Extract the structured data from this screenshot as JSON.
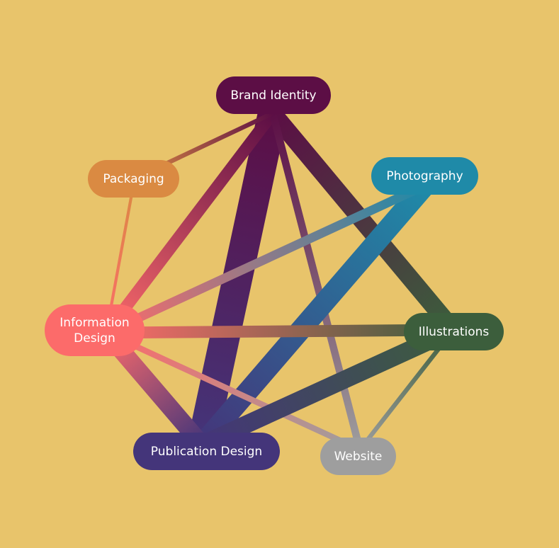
{
  "diagram": {
    "nodes": [
      {
        "id": "brand",
        "label": "Brand Identity",
        "color": "#5C0E45"
      },
      {
        "id": "photo",
        "label": "Photography",
        "color": "#1F8AA8"
      },
      {
        "id": "pack",
        "label": "Packaging",
        "color": "#DA8A42"
      },
      {
        "id": "info",
        "label": "Information\nDesign",
        "color": "#FC6B6A"
      },
      {
        "id": "illus",
        "label": "Illustrations",
        "color": "#3C5E3C"
      },
      {
        "id": "pub",
        "label": "Publication Design",
        "color": "#44357A"
      },
      {
        "id": "web",
        "label": "Website",
        "color": "#9E9E9E"
      }
    ],
    "edges": [
      {
        "source": "brand",
        "target": "pub",
        "weight": 10
      },
      {
        "source": "brand",
        "target": "illus",
        "weight": 6
      },
      {
        "source": "brand",
        "target": "info",
        "weight": 4
      },
      {
        "source": "brand",
        "target": "web",
        "weight": 2.5
      },
      {
        "source": "brand",
        "target": "pack",
        "weight": 1.5
      },
      {
        "source": "photo",
        "target": "pub",
        "weight": 7
      },
      {
        "source": "photo",
        "target": "info",
        "weight": 3
      },
      {
        "source": "info",
        "target": "pub",
        "weight": 6
      },
      {
        "source": "info",
        "target": "illus",
        "weight": 4
      },
      {
        "source": "info",
        "target": "web",
        "weight": 2
      },
      {
        "source": "info",
        "target": "pack",
        "weight": 1
      },
      {
        "source": "pub",
        "target": "illus",
        "weight": 6
      },
      {
        "source": "illus",
        "target": "web",
        "weight": 1.5
      }
    ]
  }
}
